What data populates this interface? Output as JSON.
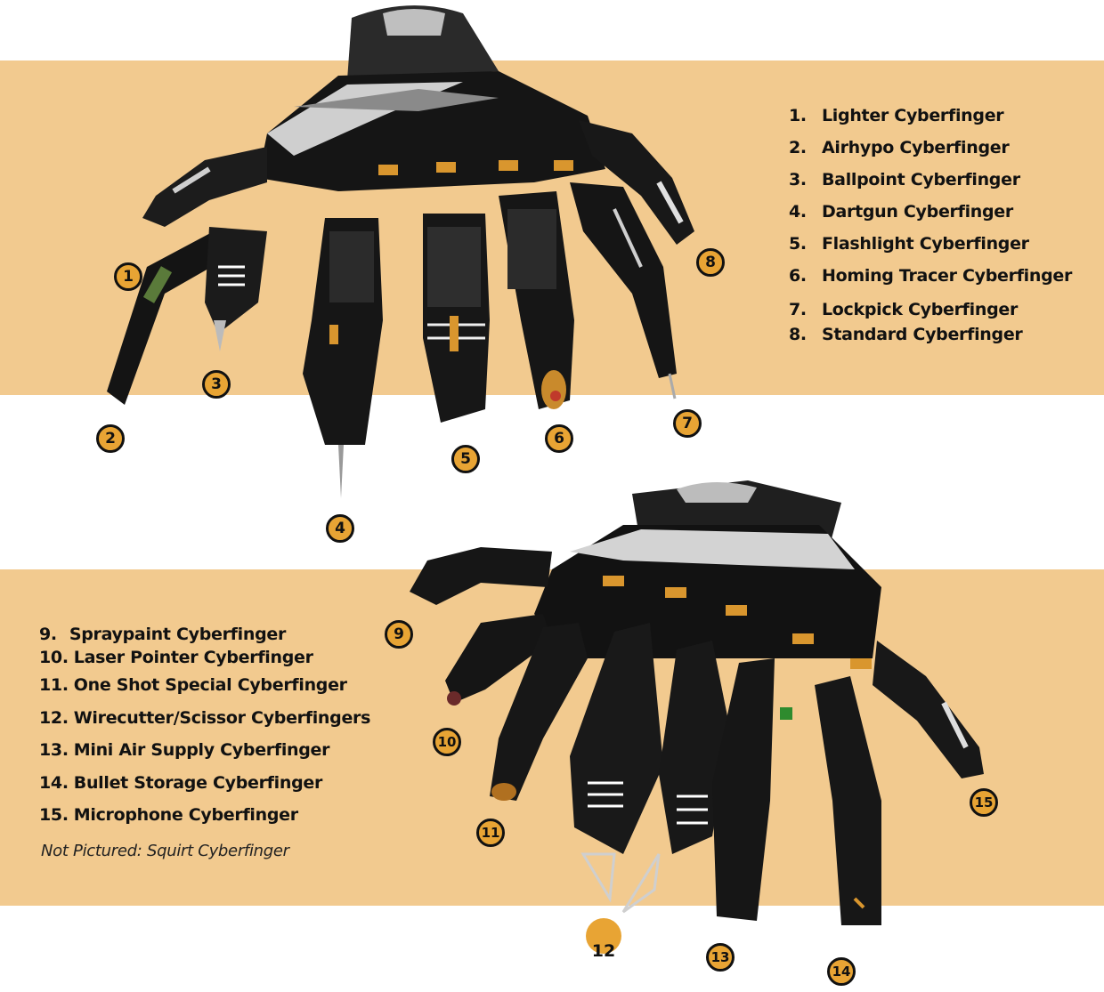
{
  "top_list": {
    "items": [
      {
        "num": "1.",
        "label": "Lighter Cyberfinger"
      },
      {
        "num": "2.",
        "label": "Airhypo Cyberfinger"
      },
      {
        "num": "3.",
        "label": "Ballpoint Cyberfinger"
      },
      {
        "num": "4.",
        "label": "Dartgun Cyberfinger"
      },
      {
        "num": "5.",
        "label": "Flashlight Cyberfinger"
      },
      {
        "num": "6.",
        "label": "Homing Tracer Cyberfinger"
      },
      {
        "num": "7.",
        "label": "Lockpick Cyberfinger"
      },
      {
        "num": "8.",
        "label": "Standard Cyberfinger"
      }
    ]
  },
  "bottom_list": {
    "items": [
      {
        "num": "9.",
        "label": "Spraypaint Cyberfinger"
      },
      {
        "num": "10.",
        "label": "Laser Pointer Cyberfinger"
      },
      {
        "num": "11.",
        "label": "One Shot Special Cyberfinger"
      },
      {
        "num": "12.",
        "label": "Wirecutter/Scissor Cyberfingers"
      },
      {
        "num": "13.",
        "label": "Mini Air Supply Cyberfinger"
      },
      {
        "num": "14.",
        "label": "Bullet Storage Cyberfinger"
      },
      {
        "num": "15.",
        "label": "Microphone Cyberfinger"
      }
    ],
    "note": "Not Pictured: Squirt Cyberfinger"
  },
  "badges": [
    "1",
    "2",
    "3",
    "4",
    "5",
    "6",
    "7",
    "8",
    "9",
    "10",
    "11",
    "13",
    "14",
    "15"
  ],
  "page_number": "12",
  "colors": {
    "band": "#f2ca8f",
    "badge": "#e8a434",
    "metal": "#1a1a1a",
    "accent": "#d9962e"
  }
}
